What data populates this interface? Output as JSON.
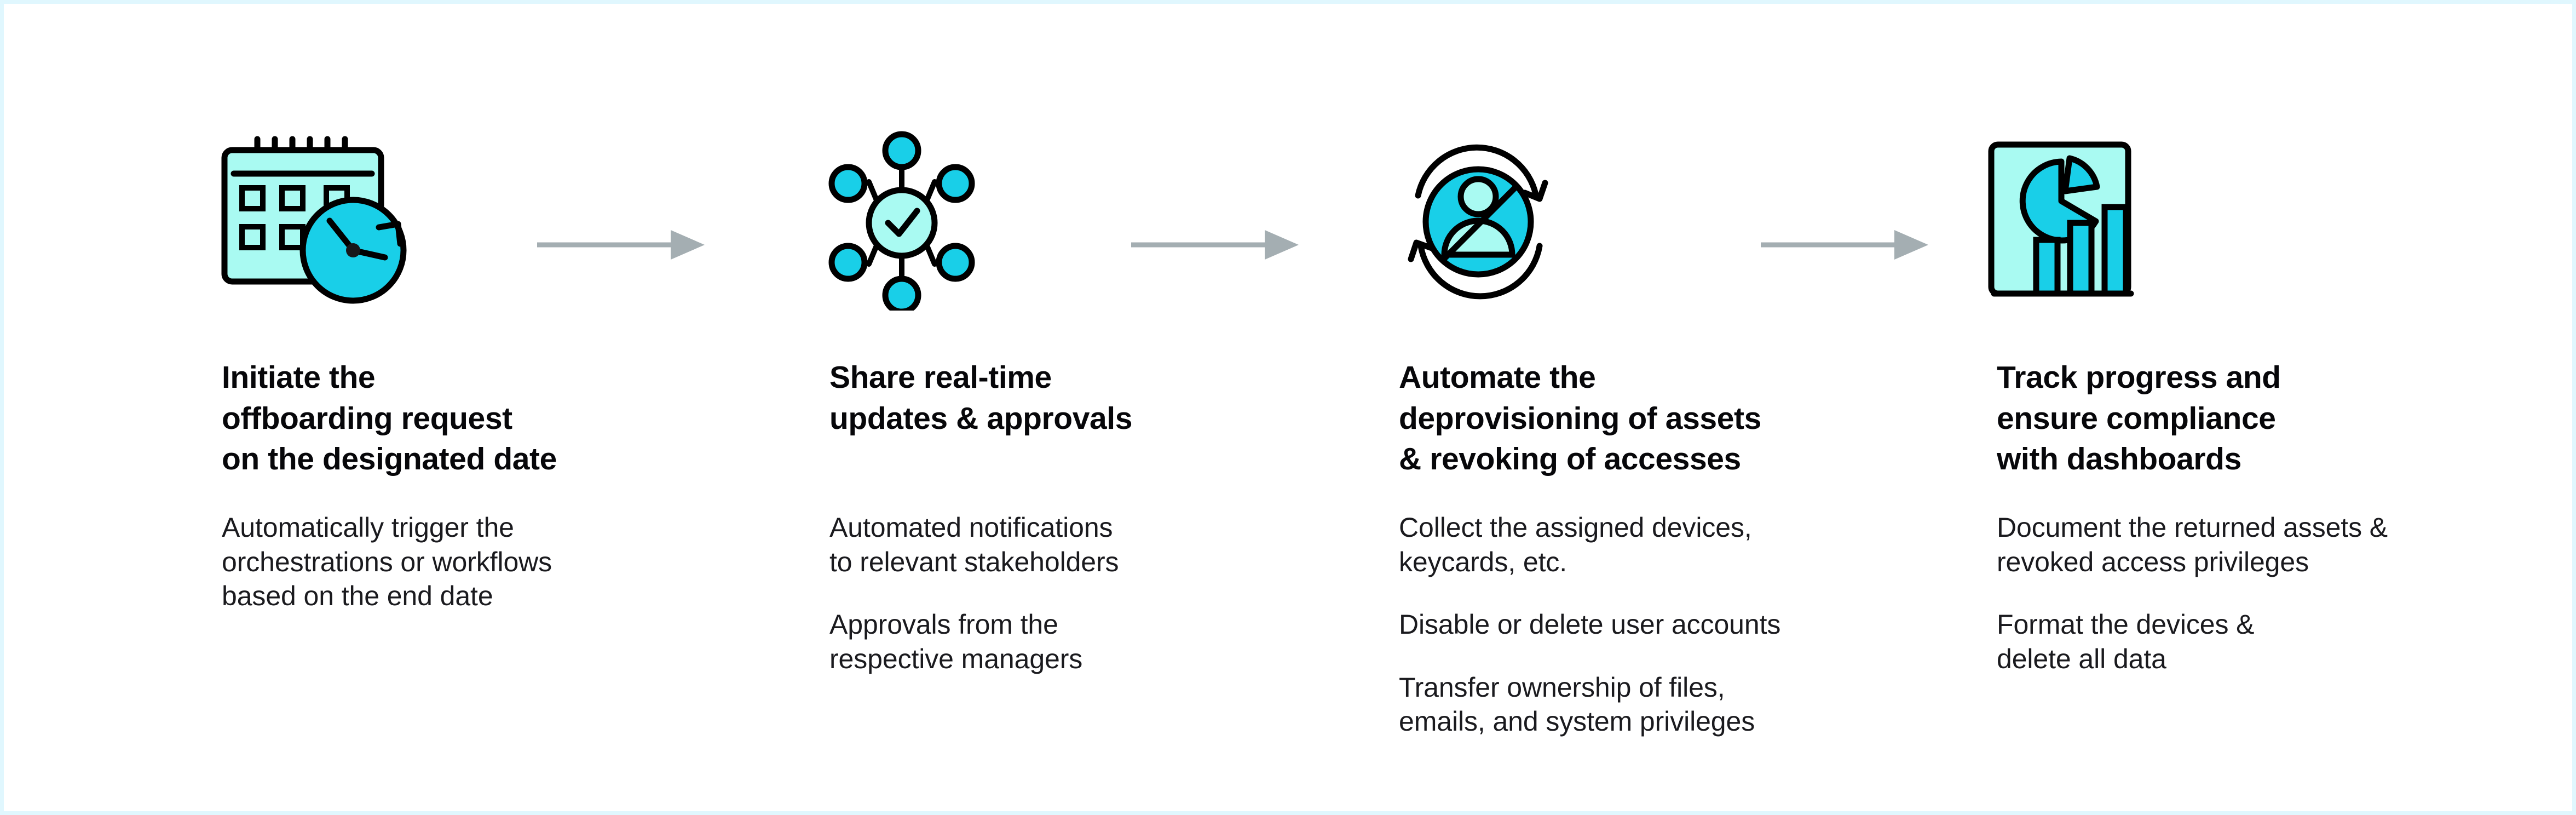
{
  "theme": {
    "page_border_color": "#E0F7FE",
    "canvas_background": "#ffffff",
    "accent_cyan": "#19CFE8",
    "accent_light_cyan": "#A9FAF2",
    "outline_black": "#000000",
    "arrow_gray": "#A4AEB2",
    "heading_color": "#07070A",
    "body_color": "#1A1A1E"
  },
  "diagram": {
    "type": "horizontal-process-flow",
    "step_count": 4,
    "connector": "right-arrow",
    "steps": [
      {
        "index": 1,
        "icon": "calendar-clock-icon",
        "heading": "Initiate the\noffboarding request\non the designated date",
        "heading_lines": [
          "Initiate the",
          "offboarding request",
          "on the designated date"
        ],
        "items": [
          "Automatically trigger the\norchestrations or workflows\nbased on the end date"
        ],
        "item_lines": [
          [
            "Automatically trigger the",
            "orchestrations or workflows",
            "based on the end date"
          ]
        ]
      },
      {
        "index": 2,
        "icon": "network-hub-check-icon",
        "heading": "Share real-time\nupdates & approvals",
        "heading_lines": [
          "Share real-time",
          "updates & approvals"
        ],
        "items": [
          "Automated notifications\nto relevant stakeholders",
          "Approvals from the\nrespective managers"
        ],
        "item_lines": [
          [
            "Automated notifications",
            "to relevant stakeholders"
          ],
          [
            "Approvals from the",
            "respective managers"
          ]
        ]
      },
      {
        "index": 3,
        "icon": "user-revoke-refresh-icon",
        "heading": "Automate the\ndeprovisioning of assets\n& revoking of accesses",
        "heading_lines": [
          "Automate the",
          "deprovisioning of assets",
          "& revoking of accesses"
        ],
        "items": [
          "Collect the assigned devices,\nkeycards, etc.",
          "Disable or delete user accounts",
          "Transfer ownership of files,\nemails, and system privileges"
        ],
        "item_lines": [
          [
            "Collect the assigned devices,",
            "keycards, etc."
          ],
          [
            "Disable or delete user accounts"
          ],
          [
            "Transfer ownership of files,",
            "emails, and system privileges"
          ]
        ]
      },
      {
        "index": 4,
        "icon": "dashboard-report-icon",
        "heading": "Track progress and\nensure compliance\nwith dashboards",
        "heading_lines": [
          "Track progress and",
          "ensure compliance",
          "with dashboards"
        ],
        "items": [
          "Document the returned assets &\nrevoked access privileges",
          "Format the devices &\ndelete all data"
        ],
        "item_lines": [
          [
            "Document the returned assets &",
            "revoked access privileges"
          ],
          [
            "Format the devices &",
            "delete all data"
          ]
        ]
      }
    ],
    "arrows": [
      {
        "index": 1,
        "name": "flow-arrow-1"
      },
      {
        "index": 2,
        "name": "flow-arrow-2"
      },
      {
        "index": 3,
        "name": "flow-arrow-3"
      }
    ]
  }
}
